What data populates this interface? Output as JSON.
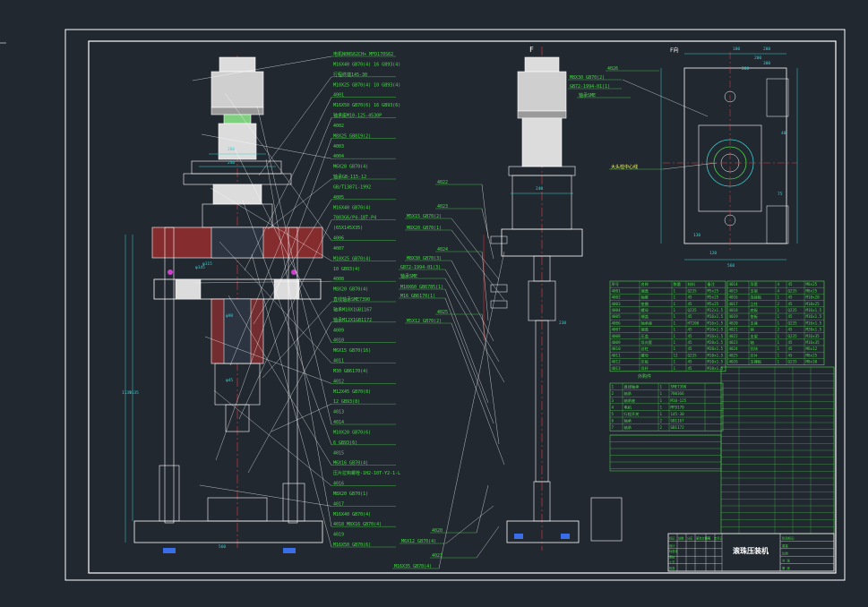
{
  "colors": {
    "background": "#212830",
    "frame": "#ffffff",
    "line": "#ffffff",
    "annotation": "#4cd94c",
    "dimension": "#3ad0d0",
    "hatch": "#d83030",
    "centerline": "#e04040",
    "part": "#dcdcdc",
    "part_shade": "#8a8a8a",
    "blue": "#3a6ee8",
    "magenta": "#d040d0",
    "table_line": "#4cd94c",
    "table_text": "#4cd94c"
  },
  "view_labels": {
    "side_view": "F",
    "top_view": "F向"
  },
  "callouts_left": [
    "电机N0NS62CH+ MFD170S62",
    "M16X40 GB70(4)  16 GB93(4)",
    "行程终端145-30",
    "M10X25 GB70(4)  10 GB93(4)",
    "4001",
    "M16X50 GB70(6)  16 GB93(6)",
    "轴承座M10-125-4530P",
    "4002",
    "M8X25 GB819(2)",
    "4003",
    "4004",
    "M6X28 GB70(4)",
    "轴承GB-115-12",
    "GB/T13871-1992",
    "4005",
    "M16X40 GB70(4)",
    "7803G6/P4-1BT-P4",
    "(65X145X35)",
    "4006",
    "4007",
    "M10X25 GB70(4)",
    "10 GB93(4)",
    "4008",
    "M8X20 GB70(4)",
    "直线轴承SME7390",
    "轴承M10X1GB1167",
    "轴承M12X1GB1172",
    "4009",
    "4010",
    "M6X15 GB70(16)",
    "4011",
    "M30 GB6170(4)",
    "4012",
    "M12X45 GB70(8)",
    "12 GB93(8)",
    "4013",
    "4014",
    "M10X20 GB70(6)",
    "6 GB93(6)",
    "4015",
    "M6X16 GB70(4)",
    "压片拉钩螺栓-1H2-10T-Y2-1-L",
    "4016",
    "M8X20 GB70(1)",
    "4017",
    "M16X40 GB70(4)",
    "4018  M8X16 GB70(4)",
    "4019",
    "M16X50 GB70(6)"
  ],
  "callouts_center": [
    "4022",
    "4023",
    "M5X15 GB70(2)",
    "M8X20 GB70(1)",
    "4024",
    "M8X30 GB70(3)",
    "GB72-1994-01(3)",
    "轴承SME",
    "M10X60 GB6785(1)",
    "M16 GB6170(1)",
    "4025",
    "M5X12 GB70(2)",
    "4020",
    "M6X12 GB70(4)",
    "4021",
    "M16X35 GB70(4)"
  ],
  "callouts_right": [
    "4026",
    "M8X30 GB70(2)",
    "GB72-1994-01(1)",
    "轴承SME",
    "大头柱中心线"
  ],
  "dims_top_view": [
    "280",
    "180",
    "200",
    "300",
    "200",
    "40",
    "120",
    "130",
    "560",
    "75"
  ],
  "dims_left": [
    "280",
    "240",
    "1139",
    "1135",
    "φ115",
    "φ145",
    "φ90",
    "φ45",
    "560"
  ],
  "dims_center": [
    "240",
    "230"
  ],
  "parts_list": {
    "columns": [
      "序号",
      "名称",
      "数量",
      "材料",
      "备注"
    ],
    "rows": [
      [
        "4001",
        "端盖",
        "1",
        "Q235",
        "M5x25"
      ],
      [
        "4002",
        "轴套",
        "1",
        "45",
        "M5x25"
      ],
      [
        "4003",
        "垫圈",
        "1",
        "45",
        "M5x25"
      ],
      [
        "4004",
        "螺母",
        "1",
        "Q235",
        "M12x1.5"
      ],
      [
        "4005",
        "端盖",
        "1",
        "45",
        "M16x1.5"
      ],
      [
        "4006",
        "轴承座",
        "1",
        "HT200",
        "M16x1.5"
      ],
      [
        "4007",
        "端盖",
        "1",
        "45",
        "M16x1.5"
      ],
      [
        "4008",
        "压盖",
        "1",
        "45",
        "M16x1.5"
      ],
      [
        "4009",
        "导向套",
        "1",
        "45",
        "M20x1.5"
      ],
      [
        "4010",
        "丝杠",
        "1",
        "45",
        "M20x1.5"
      ],
      [
        "4011",
        "螺母",
        "12",
        "Q235",
        "M10x1.5"
      ],
      [
        "4012",
        "压板",
        "1",
        "45",
        "M10x1.5"
      ],
      [
        "4013",
        "导杆",
        "1",
        "45",
        "M10x1.5"
      ]
    ]
  },
  "parts_list_right": {
    "rows": [
      [
        "4014",
        "导套",
        "4",
        "45",
        "M8x25"
      ],
      [
        "4015",
        "支架",
        "4",
        "Q235",
        "M8x25"
      ],
      [
        "4016",
        "连接板",
        "1",
        "45",
        "M10x20"
      ],
      [
        "4017",
        "立柱",
        "2",
        "45",
        "M10x25"
      ],
      [
        "4018",
        "底板",
        "1",
        "Q235",
        "M16x1.5"
      ],
      [
        "4019",
        "垫板",
        "1",
        "45",
        "M16x1.5"
      ],
      [
        "4020",
        "支座",
        "1",
        "Q235",
        "M16x1.5"
      ],
      [
        "4021",
        "销",
        "2",
        "45",
        "M20x1.5"
      ],
      [
        "4022",
        "支架",
        "1",
        "Q235",
        "M16x35"
      ],
      [
        "4023",
        "轴",
        "1",
        "45",
        "M16x35"
      ],
      [
        "4024",
        "挡块",
        "1",
        "45",
        "M6x12"
      ],
      [
        "4025",
        "压片",
        "1",
        "45",
        "M8x25"
      ],
      [
        "4026",
        "支撑板",
        "1",
        "Q235",
        "M8x30"
      ]
    ]
  },
  "purchased_list": {
    "title": "外购件",
    "rows": [
      [
        "1",
        "直线轴承",
        "1",
        "SME7390",
        ""
      ],
      [
        "2",
        "轴承",
        "1",
        "7803G6",
        ""
      ],
      [
        "3",
        "轴承座",
        "1",
        "M10-125",
        ""
      ],
      [
        "4",
        "电机",
        "1",
        "MFD170",
        ""
      ],
      [
        "5",
        "行程开关",
        "1",
        "145-30",
        ""
      ],
      [
        "6",
        "轴承",
        "2",
        "GB1167",
        ""
      ],
      [
        "7",
        "轴承",
        "2",
        "GB1172",
        ""
      ]
    ]
  },
  "title_block": {
    "drawing_title": "滚珠压装机",
    "header_cells": [
      "标记",
      "处数",
      "分区",
      "更改文件号",
      "签名",
      "年月日"
    ],
    "role_cells": [
      "设计",
      "标准化",
      "审核",
      "工艺",
      "批准"
    ],
    "meta_cells": [
      "阶段标记",
      "重量",
      "比例",
      "共 张",
      "第 张"
    ]
  }
}
